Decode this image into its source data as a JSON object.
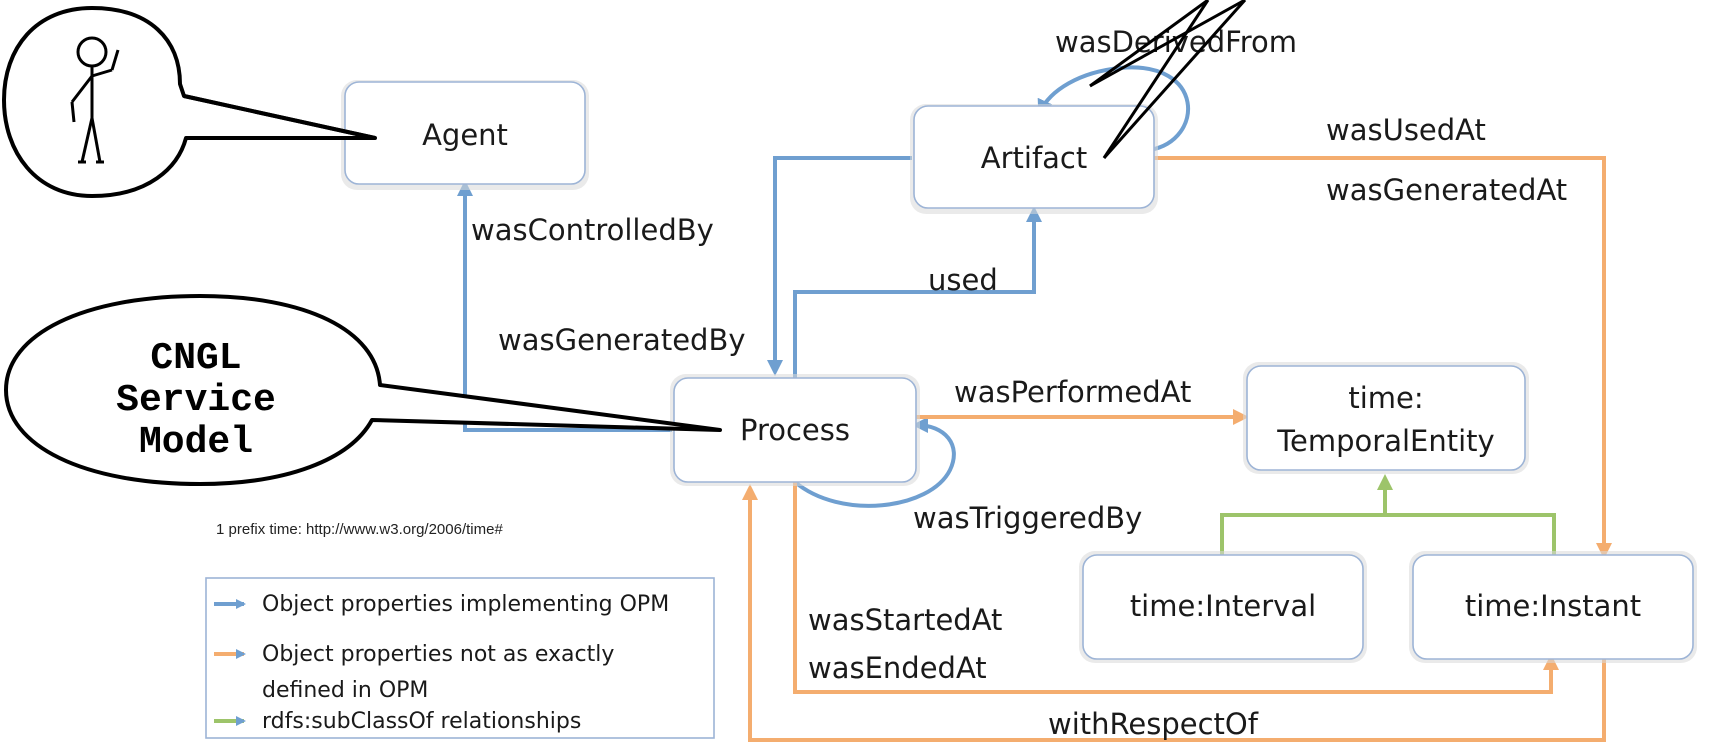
{
  "nodes": {
    "agent": "Agent",
    "artifact": "Artifact",
    "process": "Process",
    "temporal_entity_line1": "time:",
    "temporal_entity_line2": "TemporalEntity",
    "interval": "time:Interval",
    "instant": "time:Instant"
  },
  "edges": {
    "was_derived_from": "wasDerivedFrom",
    "was_controlled_by": "wasControlledBy",
    "used": "used",
    "was_generated_by": "wasGeneratedBy",
    "was_used_at": "wasUsedAt",
    "was_generated_at": "wasGeneratedAt",
    "was_performed_at": "wasPerformedAt",
    "was_triggered_by": "wasTriggeredBy",
    "was_started_at": "wasStartedAt",
    "was_ended_at": "wasEndedAt",
    "with_respect_of": "withRespectOf"
  },
  "callout": {
    "line1": "CNGL",
    "line2": "Service",
    "line3": "Model"
  },
  "footnote": "1 prefix time: http://www.w3.org/2006/time#",
  "legend": {
    "items": [
      {
        "label": "Object properties implementing OPM",
        "color": "#6f9fd0"
      },
      {
        "label": "Object properties not as exactly",
        "label_line2": "defined in OPM",
        "color": "#f4ad6f"
      },
      {
        "label": "rdfs:subClassOf relationships",
        "color": "#9dc46a"
      }
    ]
  },
  "colors": {
    "opm": "#6f9fd0",
    "non_opm": "#f4ad6f",
    "subclass": "#9dc46a",
    "node_border": "#9db4d6"
  },
  "icons": [
    "stick-figure-icon"
  ]
}
